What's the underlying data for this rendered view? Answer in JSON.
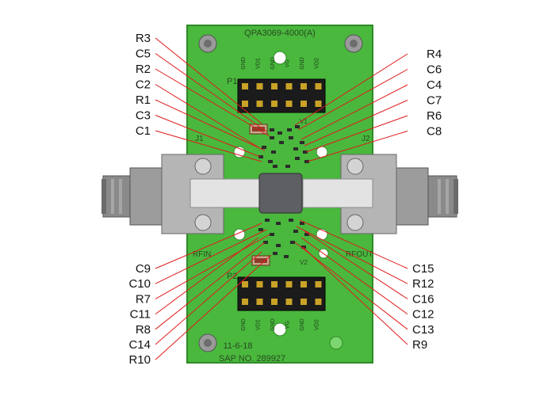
{
  "board": {
    "title": "QPA3069-4000(A)",
    "date": "11-6-18",
    "sap": "SAP NO. 289927",
    "connector_j1": "J1",
    "connector_j2": "J2",
    "rfin": "RFIN",
    "rfout": "RFOUT",
    "header_top": "P1",
    "header_bottom": "P2",
    "v1": "V1",
    "v2": "V2",
    "pins_top": [
      "GND",
      "VD1",
      "GND",
      "VG",
      "GND",
      "VD2"
    ],
    "pins_bottom": [
      "GND",
      "VD1",
      "GND",
      "VG",
      "GND",
      "VD2"
    ]
  },
  "labels_left_top": [
    "R3",
    "C5",
    "R2",
    "C2",
    "R1",
    "C3",
    "C1"
  ],
  "labels_right_top": [
    "R4",
    "C6",
    "C4",
    "C7",
    "R6",
    "C8"
  ],
  "labels_left_bottom": [
    "C9",
    "C10",
    "R7",
    "C11",
    "R8",
    "C14",
    "R10"
  ],
  "labels_right_bottom": [
    "C15",
    "R12",
    "C16",
    "C12",
    "C13",
    "R9"
  ],
  "colors": {
    "board": "#49b83d",
    "board_edge": "#2f8a27",
    "callout_line": "#e01b1b",
    "connector": "#b9b9b9",
    "chip": "#5d5f63",
    "header": "#1b1b1b",
    "pin": "#c9a227"
  }
}
